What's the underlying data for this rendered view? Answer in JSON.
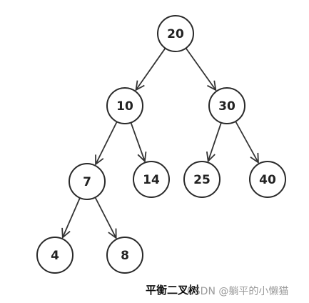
{
  "diagram": {
    "nodes": [
      {
        "id": "n20",
        "label": "20"
      },
      {
        "id": "n10",
        "label": "10"
      },
      {
        "id": "n30",
        "label": "30"
      },
      {
        "id": "n7",
        "label": "7"
      },
      {
        "id": "n14",
        "label": "14"
      },
      {
        "id": "n25",
        "label": "25"
      },
      {
        "id": "n40",
        "label": "40"
      },
      {
        "id": "n4",
        "label": "4"
      },
      {
        "id": "n8",
        "label": "8"
      }
    ],
    "edges": [
      {
        "from": "n20",
        "to": "n10"
      },
      {
        "from": "n20",
        "to": "n30"
      },
      {
        "from": "n10",
        "to": "n7"
      },
      {
        "from": "n10",
        "to": "n14"
      },
      {
        "from": "n30",
        "to": "n25"
      },
      {
        "from": "n30",
        "to": "n40"
      },
      {
        "from": "n7",
        "to": "n4"
      },
      {
        "from": "n7",
        "to": "n8"
      }
    ],
    "caption": "平衡二叉树",
    "watermark": "CSDN @躺平的小懒猫"
  }
}
